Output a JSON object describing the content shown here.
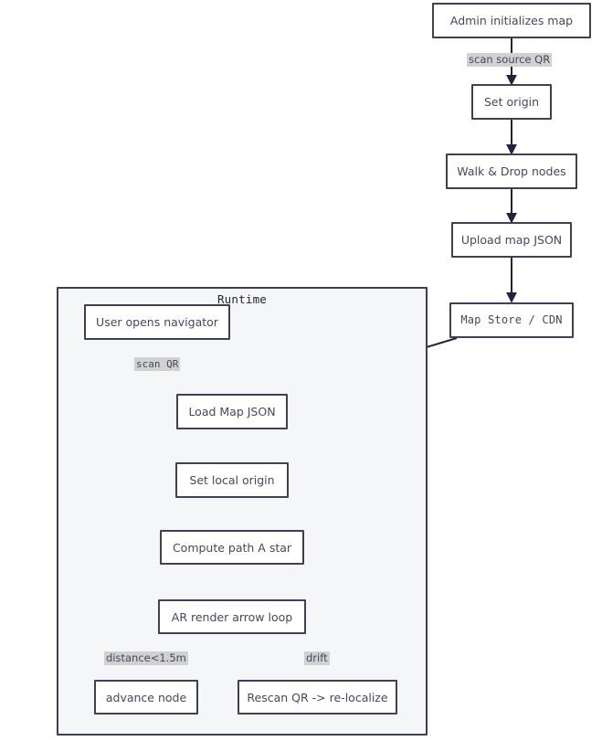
{
  "diagram": {
    "type": "flowchart",
    "title": "",
    "background_color": "#ffffff",
    "node_fill": "#ffffff",
    "node_border": "#413f56",
    "text_color": "#46485e",
    "edge_color": "#23223c",
    "edge_label_background": "#d1d1d1",
    "subgraph_fill": "#f5f6f8",
    "subgraph_border": "#3f3d56"
  },
  "subgraph": {
    "label": "Runtime"
  },
  "nodes": {
    "admin_init": "Admin initializes map",
    "set_origin": "Set origin",
    "walk_drop": "Walk & Drop nodes",
    "upload_map": "Upload map JSON",
    "map_store": "Map Store / CDN",
    "user_opens": "User opens navigator",
    "load_map": "Load Map JSON",
    "set_local_origin": "Set local origin",
    "compute_path": "Compute path A star",
    "ar_render": "AR render arrow loop",
    "advance_node": "advance node",
    "rescan_qr": "Rescan QR -> re-localize"
  },
  "edge_labels": {
    "scan_source_qr": "scan source QR",
    "scan_qr": "scan QR",
    "distance": "distance<1.5m",
    "drift": "drift"
  },
  "edges": [
    {
      "from": "admin_init",
      "to": "set_origin",
      "label": "scan source QR"
    },
    {
      "from": "set_origin",
      "to": "walk_drop",
      "label": ""
    },
    {
      "from": "walk_drop",
      "to": "upload_map",
      "label": ""
    },
    {
      "from": "upload_map",
      "to": "map_store",
      "label": ""
    },
    {
      "from": "map_store",
      "to": "load_map",
      "label": ""
    },
    {
      "from": "user_opens",
      "to": "load_map",
      "label": "scan QR"
    },
    {
      "from": "load_map",
      "to": "set_local_origin",
      "label": ""
    },
    {
      "from": "set_local_origin",
      "to": "compute_path",
      "label": ""
    },
    {
      "from": "compute_path",
      "to": "ar_render",
      "label": ""
    },
    {
      "from": "ar_render",
      "to": "advance_node",
      "label": "distance<1.5m"
    },
    {
      "from": "ar_render",
      "to": "rescan_qr",
      "label": "drift"
    }
  ]
}
